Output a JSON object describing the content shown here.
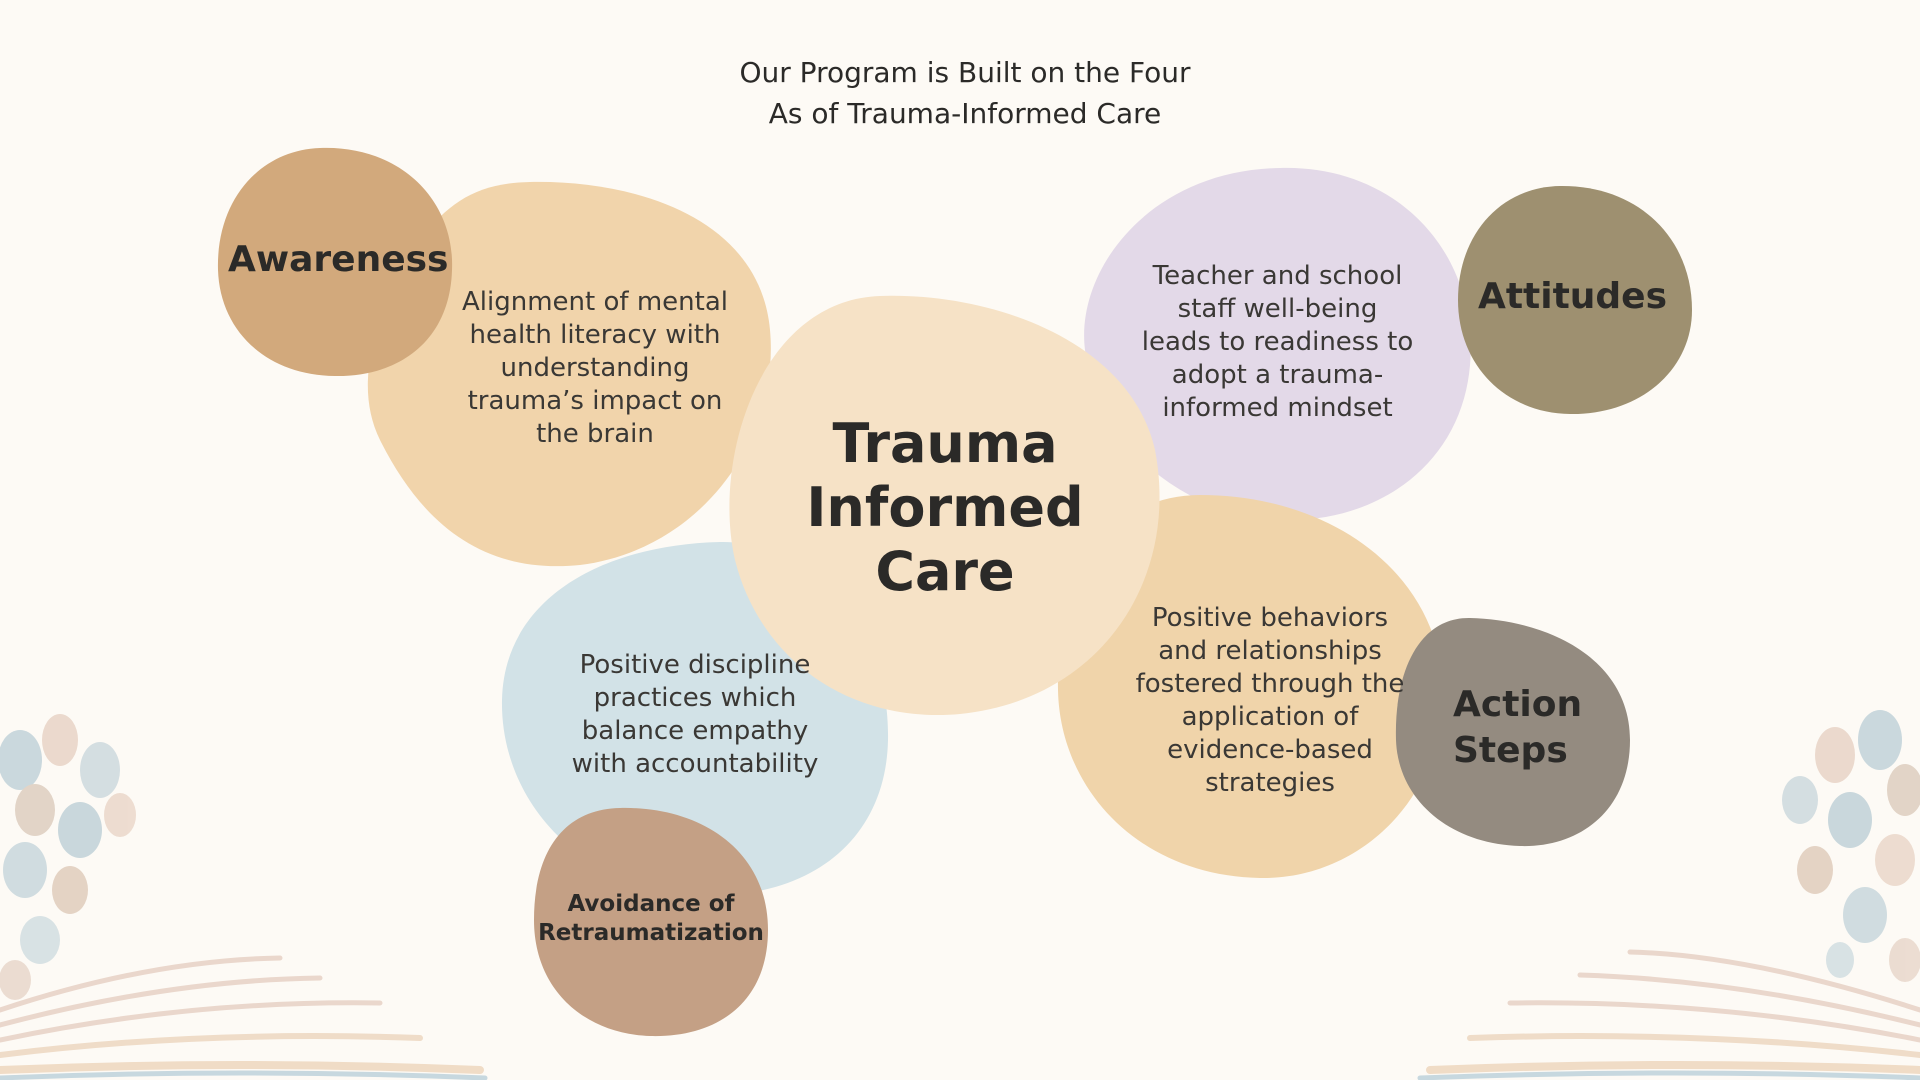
{
  "slide": {
    "title_lines": [
      "Our Program is Built on the Four",
      "As of Trauma-Informed Care"
    ],
    "center_lines": [
      "Trauma",
      "Informed",
      "Care"
    ],
    "colors": {
      "background": "#fdfaf5",
      "center_blob": "#f6e2c6",
      "awareness_text_blob": "#f1d4ab",
      "awareness_label_blob": "#d2a97c",
      "attitudes_text_blob": "#e3d9e8",
      "attitudes_label_blob": "#9e9070",
      "action_text_blob": "#f0d4aa",
      "action_label_blob": "#948b80",
      "avoidance_text_blob": "#d2e2e7",
      "avoidance_label_blob": "#c4a085"
    },
    "awareness": {
      "label": "Awareness",
      "text_lines": [
        "Alignment of mental",
        "health literacy with",
        "understanding",
        "trauma’s impact on",
        "the brain"
      ]
    },
    "attitudes": {
      "label": "Attitudes",
      "text_lines": [
        "Teacher and school",
        "staff well-being",
        "leads to readiness to",
        "adopt a trauma-",
        "informed mindset"
      ]
    },
    "action_steps": {
      "label_lines": [
        "Action",
        "Steps"
      ],
      "text_lines": [
        "Positive behaviors",
        "and relationships",
        "fostered through the",
        "application of",
        "evidence-based",
        "strategies"
      ]
    },
    "avoidance": {
      "label_lines": [
        "Avoidance of",
        "Retraumatization"
      ],
      "text_lines": [
        "Positive discipline",
        "practices which",
        "balance empathy",
        "with accountability"
      ]
    },
    "decorations": [
      "hands-heart-left",
      "hands-heart-right",
      "open-book-left",
      "open-book-right"
    ]
  }
}
